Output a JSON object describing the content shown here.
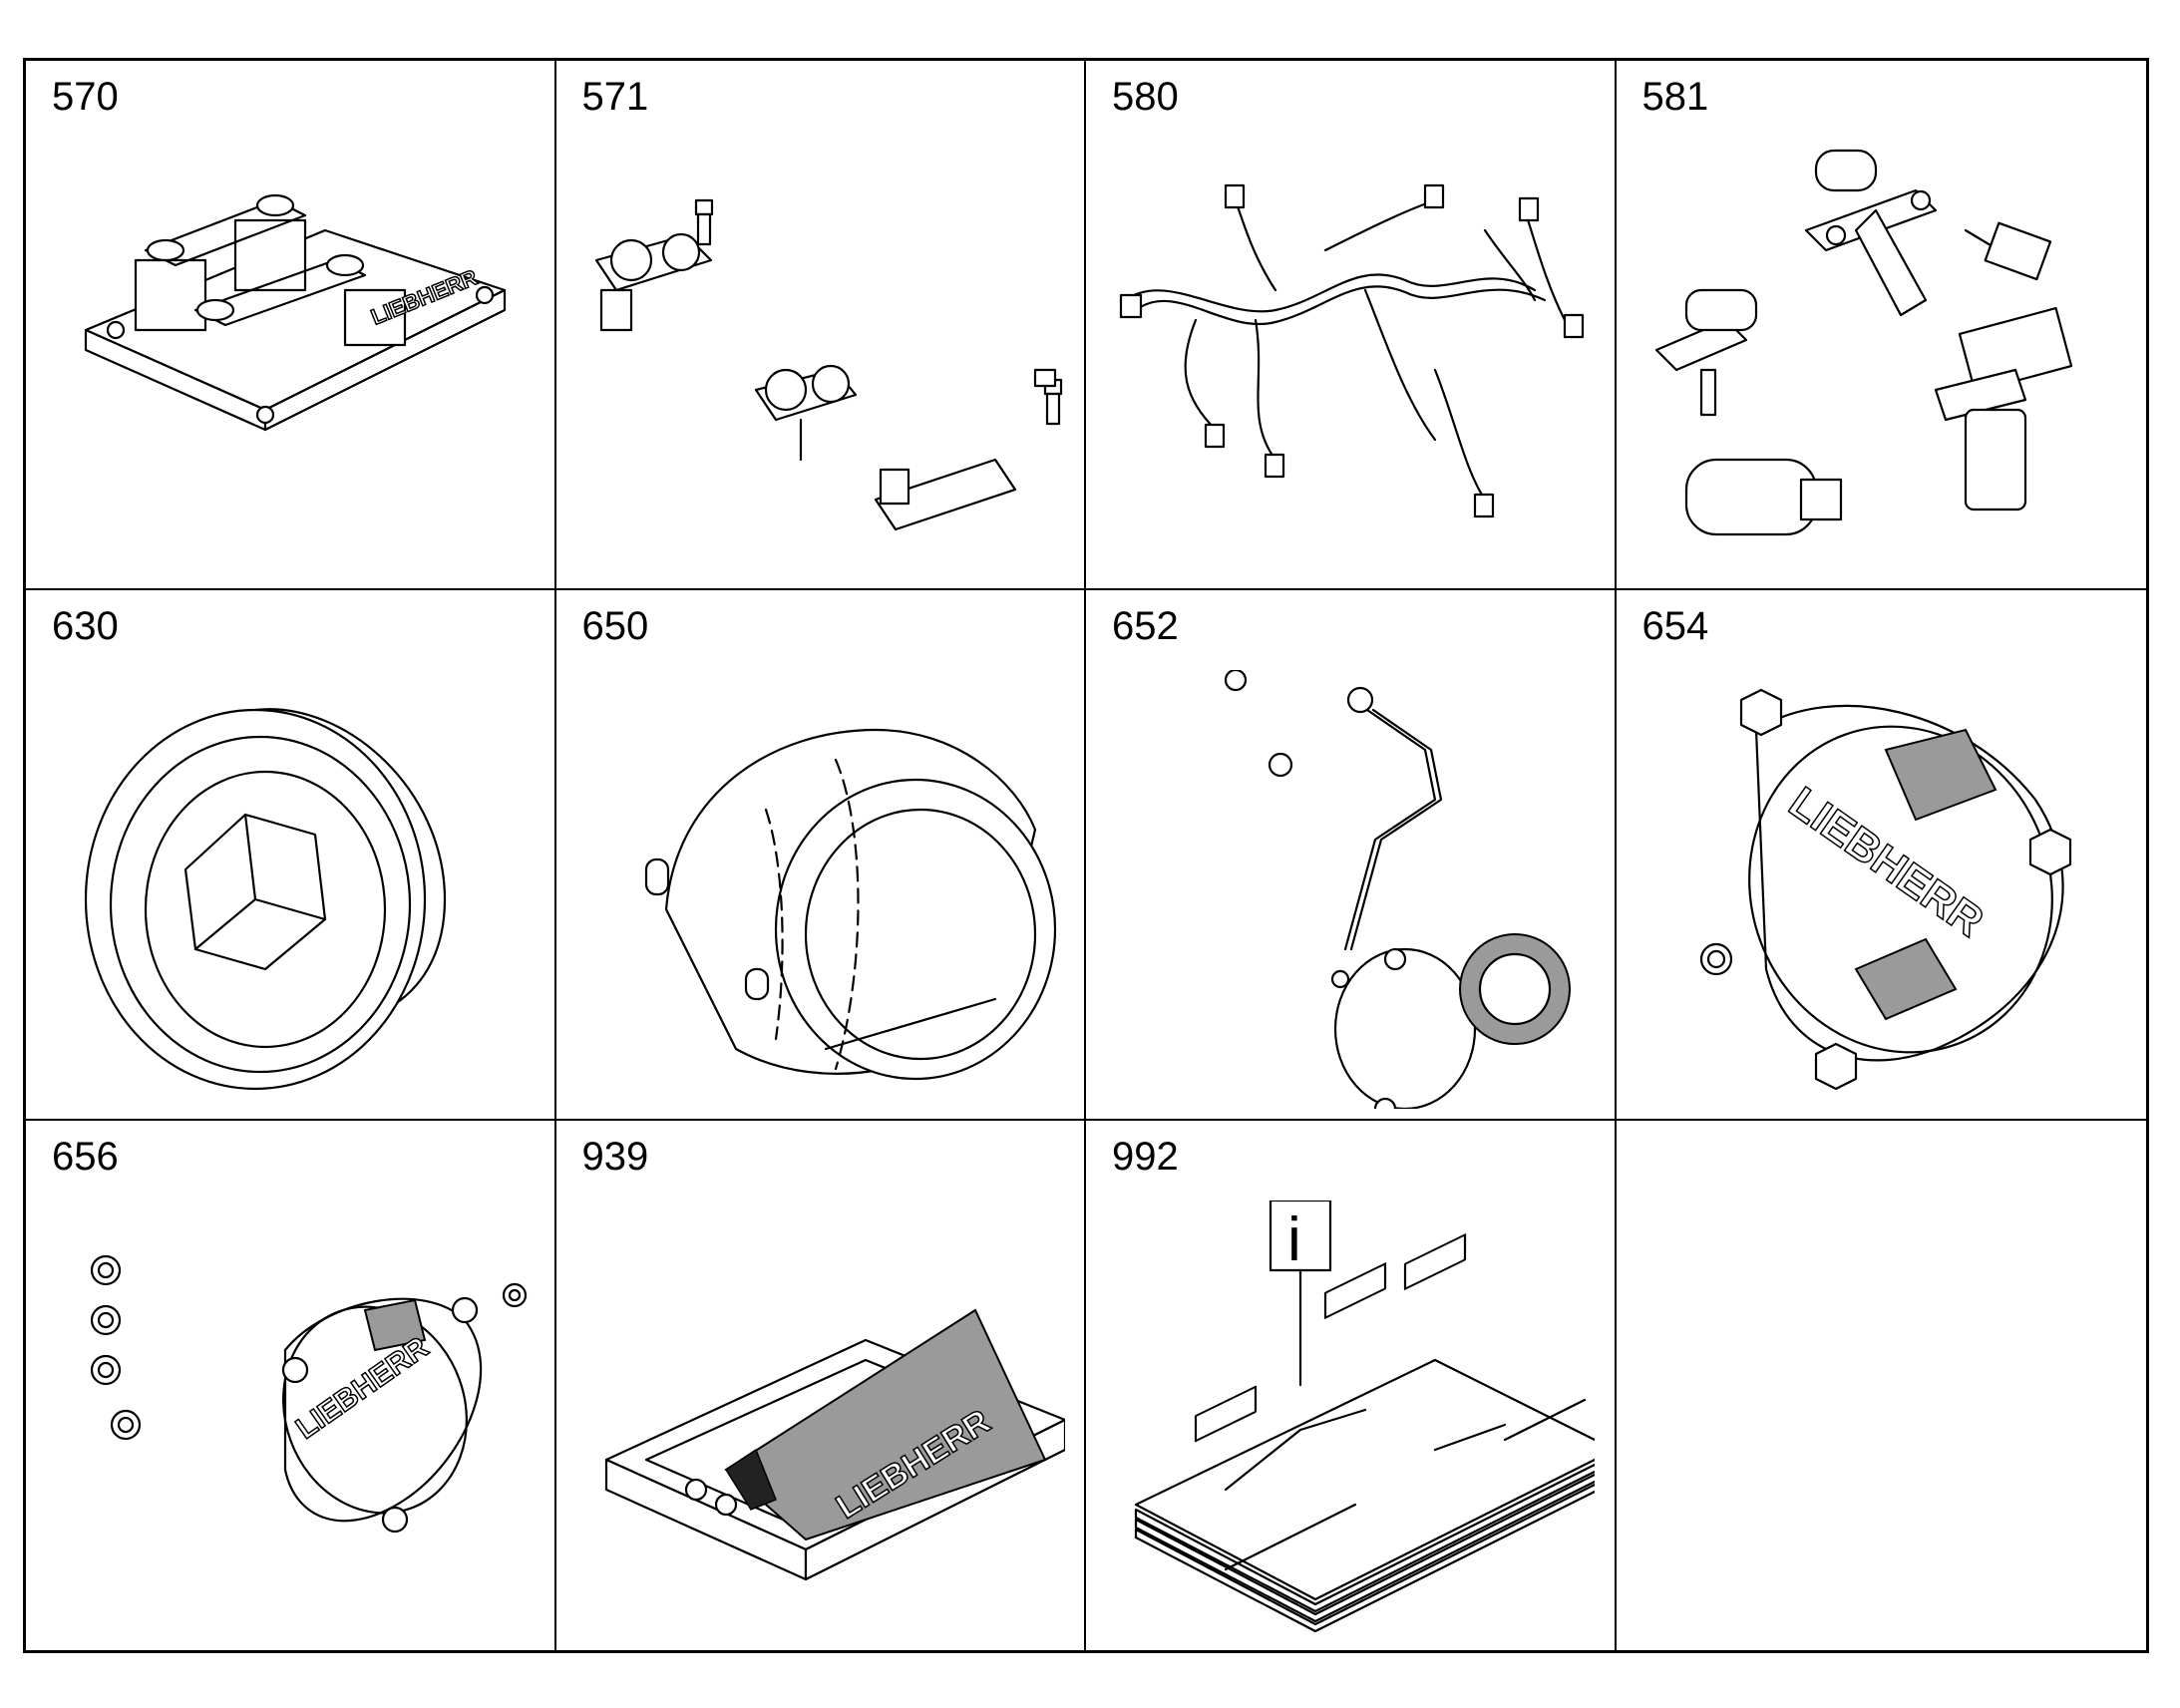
{
  "cells": [
    {
      "number": "570",
      "icon": "valve-block-icon"
    },
    {
      "number": "571",
      "icon": "pipe-clamps-icon"
    },
    {
      "number": "580",
      "icon": "wiring-harness-icon"
    },
    {
      "number": "581",
      "icon": "sensors-icon"
    },
    {
      "number": "630",
      "icon": "screw-plug-icon"
    },
    {
      "number": "650",
      "icon": "flywheel-housing-icon"
    },
    {
      "number": "652",
      "icon": "drive-pump-icon"
    },
    {
      "number": "654",
      "icon": "cover-plate-icon"
    },
    {
      "number": "656",
      "icon": "cover-kit-icon"
    },
    {
      "number": "939",
      "icon": "manual-case-icon"
    },
    {
      "number": "992",
      "icon": "info-documents-icon"
    },
    {
      "number": "",
      "icon": ""
    }
  ],
  "logo_text": "LIEBHERR",
  "info_symbol": "i"
}
